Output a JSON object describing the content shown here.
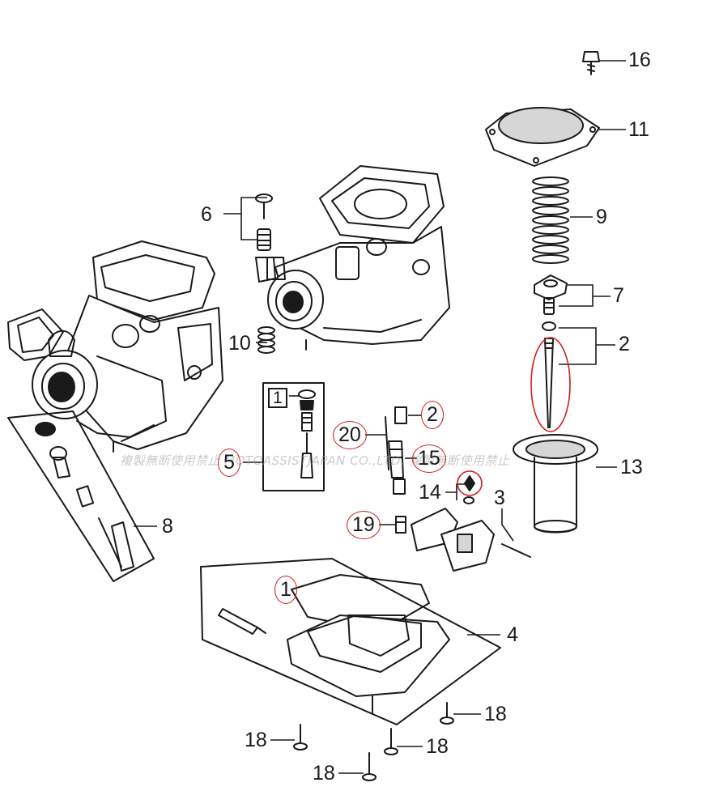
{
  "watermark": "複製無断使用禁止 MOTOASSISTJAPAN CO.,LTD. 複製無断使用禁止",
  "accent_color": "#d21e1e",
  "callouts": {
    "c16": "16",
    "c11": "11",
    "c9": "9",
    "c7": "7",
    "c2a": "2",
    "c6": "6",
    "c10": "10",
    "c1a": "1",
    "c5": "5",
    "c20": "20",
    "c2b": "2",
    "c15": "15",
    "c13": "13",
    "c14": "14",
    "c3": "3",
    "c19": "19",
    "c8": "8",
    "c1b": "1",
    "c4": "4",
    "c18a": "18",
    "c18b": "18",
    "c18c": "18",
    "c18d": "18"
  }
}
